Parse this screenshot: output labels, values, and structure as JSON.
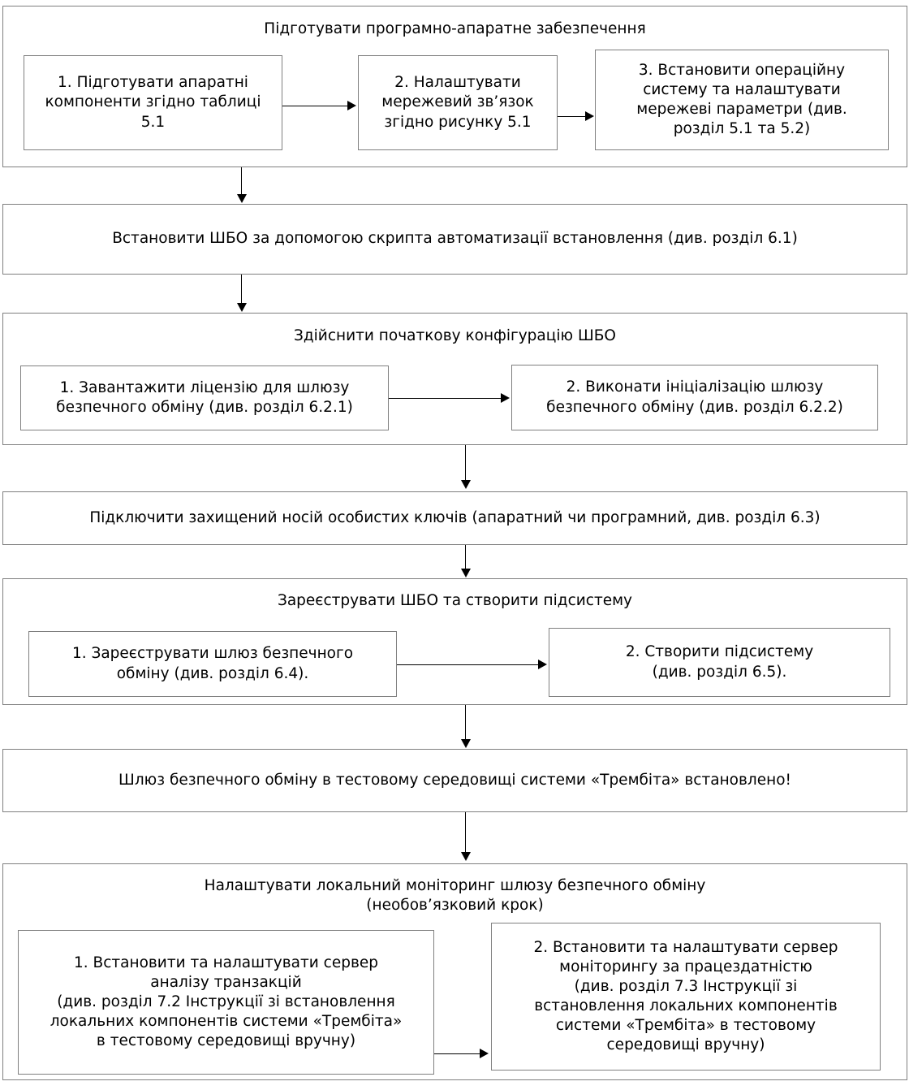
{
  "diagram": {
    "title": "Підготувати програмно-апаратне забезпечення",
    "steps": [
      {
        "id": "group-1",
        "kind": "group",
        "title": "Підготувати програмно-апаратне забезпечення",
        "items": [
          {
            "label": "1. Підготувати апаратні\nкомпоненти згідно таблиці\n5.1"
          },
          {
            "label": "2. Налаштувати\nмережевий зв’язок\nзгідно рисунку 5.1"
          },
          {
            "label": "3. Встановити операційну\nсистему та налаштувати\nмережеві параметри (див.\nрозділ 5.1 та 5.2)"
          }
        ]
      },
      {
        "id": "block-2",
        "kind": "block",
        "label": "Встановити ШБО за допомогою скрипта автоматизації встановлення (див. розділ 6.1)"
      },
      {
        "id": "group-3",
        "kind": "group",
        "title": "Здійснити початкову конфігурацію ШБО",
        "items": [
          {
            "label": "1. Завантажити ліцензію для шлюзу\nбезпечного обміну (див. розділ 6.2.1)"
          },
          {
            "label": "2. Виконати ініціалізацію шлюзу\nбезпечного обміну (див. розділ 6.2.2)"
          }
        ]
      },
      {
        "id": "block-4",
        "kind": "block",
        "label": "Підключити захищений носій особистих ключів (апаратний чи програмний, див. розділ 6.3)"
      },
      {
        "id": "group-5",
        "kind": "group",
        "title": "Зареєструвати  ШБО та створити підсистему",
        "items": [
          {
            "label": "1. Зареєструвати шлюз безпечного\nобміну (див. розділ 6.4)."
          },
          {
            "label": "2. Створити підсистему\n(див. розділ 6.5)."
          }
        ]
      },
      {
        "id": "block-6",
        "kind": "block",
        "label": "Шлюз безпечного обміну в тестовому середовищі системи «Трембіта» встановлено!"
      },
      {
        "id": "group-7",
        "kind": "group",
        "title": "Налаштувати локальний моніторинг шлюзу безпечного обміну\n(необов’язковий крок)",
        "items": [
          {
            "label": "1. Встановити та налаштувати сервер\nаналізу транзакцій\n(див. розділ 7.2 Інструкції зі встановлення\nлокальних компонентів системи «Трембіта»\nв тестовому середовищі вручну)"
          },
          {
            "label": "2. Встановити та налаштувати сервер\nмоніторингу за працездатністю\n(див. розділ 7.3 Інструкції зі\nвстановлення локальних компонентів\nсистеми «Трембіта» в тестовому\nсередовищі вручну)"
          }
        ]
      }
    ],
    "colors": {
      "border": "#7f7f7f",
      "connector": "#000000",
      "text": "#000000",
      "background": "#ffffff"
    }
  }
}
